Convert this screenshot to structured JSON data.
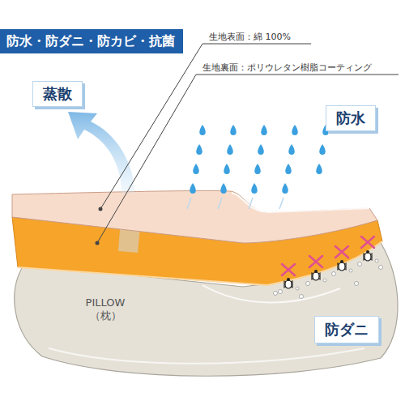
{
  "diagram": {
    "title": "防水・防ダニ・防カビ・抗菌",
    "nodes": [
      {
        "text": [
          "蒸散"
        ]
      },
      {
        "text": [
          "防水"
        ]
      },
      {
        "text": [
          "PILLOW",
          "（枕）"
        ]
      },
      {
        "text": [
          "防ダニ"
        ]
      }
    ],
    "labels": [
      "生地表面：綿 100%",
      "生地裏面：ポリウレタン樹脂コーティング"
    ]
  }
}
